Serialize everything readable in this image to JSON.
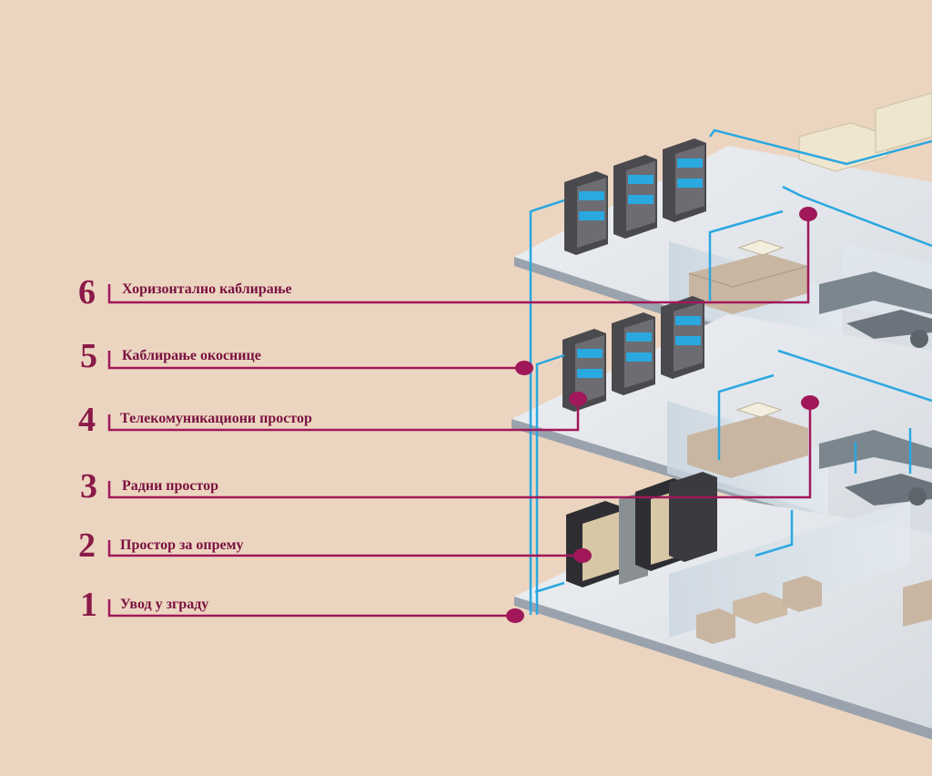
{
  "labels": [
    {
      "number": "6",
      "text": "Хоризонтално каблирање"
    },
    {
      "number": "5",
      "text": "Каблирање окоснице"
    },
    {
      "number": "4",
      "text": "Телекомуникациони простор"
    },
    {
      "number": "3",
      "text": "Радни простор"
    },
    {
      "number": "2",
      "text": "Простор за опрему"
    },
    {
      "number": "1",
      "text": "Увод у зграду"
    }
  ],
  "colors": {
    "background": "#ecd5c0",
    "label_line": "#a0185a",
    "cable": "#2aa8e0",
    "floor": "#d8dde3",
    "rack": "#4a4a4e"
  }
}
